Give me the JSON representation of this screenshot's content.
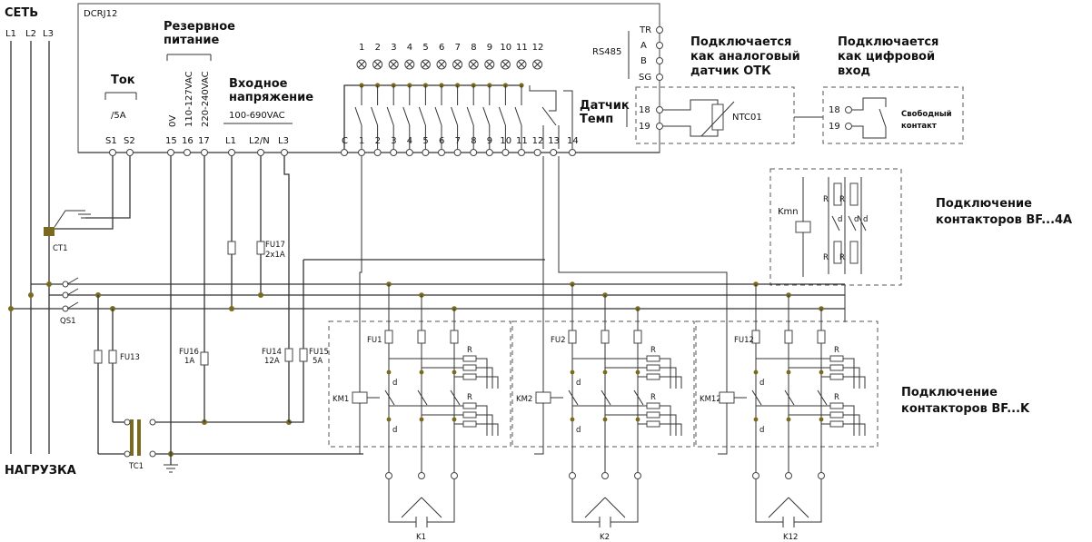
{
  "device": "DCRJ12",
  "network": {
    "label": "СЕТЬ",
    "phases": [
      "L1",
      "L2",
      "L3"
    ]
  },
  "load_label": "НАГРУЗКА",
  "sections": {
    "current": {
      "title": "Ток",
      "rating": "/5A",
      "terminals": [
        "S1",
        "S2"
      ]
    },
    "backup": {
      "title1": "Резервное",
      "title2": "питание",
      "voltages": [
        "0V",
        "110-127VAC",
        "220-240VAC"
      ],
      "terminals": [
        "15",
        "16",
        "17"
      ]
    },
    "input": {
      "title1": "Входное",
      "title2": "напряжение",
      "range": "100-690VAC",
      "terminals": [
        "L1",
        "L2/N",
        "L3"
      ]
    }
  },
  "output_terminals": [
    "C",
    "1",
    "2",
    "3",
    "4",
    "5",
    "6",
    "7",
    "8",
    "9",
    "10",
    "11",
    "12",
    "13",
    "14"
  ],
  "lamps": [
    "1",
    "2",
    "3",
    "4",
    "5",
    "6",
    "7",
    "8",
    "9",
    "10",
    "11",
    "12"
  ],
  "rs485": {
    "label": "RS485",
    "terminals": [
      "TR",
      "A",
      "B",
      "SG"
    ]
  },
  "temp_sensor": {
    "label1": "Датчик",
    "label2": "Темп",
    "terminals": [
      "18",
      "19"
    ]
  },
  "analog": {
    "title1": "Подключается",
    "title2": "как аналоговый",
    "title3": "датчик ОТК",
    "component": "NTC01"
  },
  "digital": {
    "title1": "Подключается",
    "title2": "как цифровой",
    "title3": "вход",
    "terminals": [
      "18",
      "19"
    ],
    "note1": "Свободный",
    "note2": "контакт"
  },
  "bf4a": {
    "title1": "Подключение",
    "title2": "контакторов BF...4A",
    "coil": "Kmn",
    "res": "R",
    "contact": "d"
  },
  "bfk": {
    "title1": "Подключение",
    "title2": "контакторов BF...K"
  },
  "components": {
    "ct1": "CT1",
    "qs1": "QS1",
    "fu13": "FU13",
    "fu16a": "FU16",
    "fu16b": "1A",
    "fu17a": "FU17",
    "fu17b": "2x1A",
    "fu14a": "FU14",
    "fu14b": "12A",
    "fu15a": "FU15",
    "fu15b": "5A",
    "tc1": "TC1"
  },
  "banks": [
    {
      "fuse": "FU1",
      "coil": "KM1",
      "cap": "K1",
      "res": "R",
      "contact": "d"
    },
    {
      "fuse": "FU2",
      "coil": "KM2",
      "cap": "K2",
      "res": "R",
      "contact": "d"
    },
    {
      "fuse": "FU12",
      "coil": "KM12",
      "cap": "K12",
      "res": "R",
      "contact": "d"
    }
  ]
}
